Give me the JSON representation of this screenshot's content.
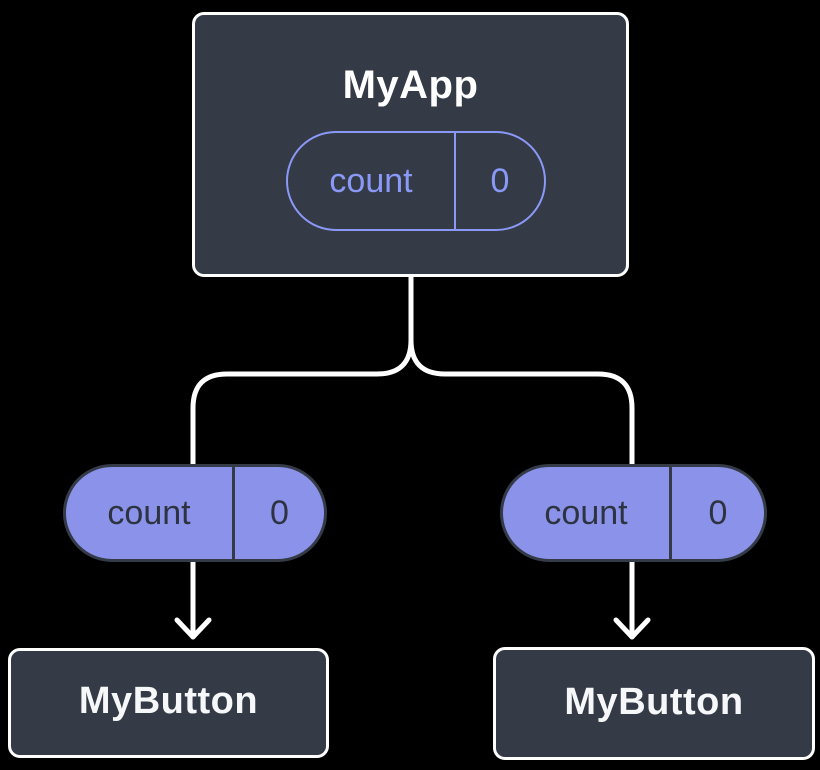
{
  "diagram": {
    "description": "React component tree: MyApp state passed as props to two MyButton children",
    "background_color": "#000000",
    "colors": {
      "node_fill": "#343A46",
      "node_border": "#FFFFFF",
      "node_title_text": "#FFFFFF",
      "state_pill_outline": "#8A99F8",
      "state_pill_text": "#8A99F8",
      "prop_pill_fill": "#8A93E9",
      "prop_pill_border": "#343A46",
      "prop_pill_text": "#2D3340",
      "connector": "#FFFFFF"
    },
    "root": {
      "title": "MyApp",
      "state_pill": {
        "label": "count",
        "value": "0"
      }
    },
    "children": [
      {
        "title": "MyButton",
        "prop_pill": {
          "label": "count",
          "value": "0"
        }
      },
      {
        "title": "MyButton",
        "prop_pill": {
          "label": "count",
          "value": "0"
        }
      }
    ]
  }
}
